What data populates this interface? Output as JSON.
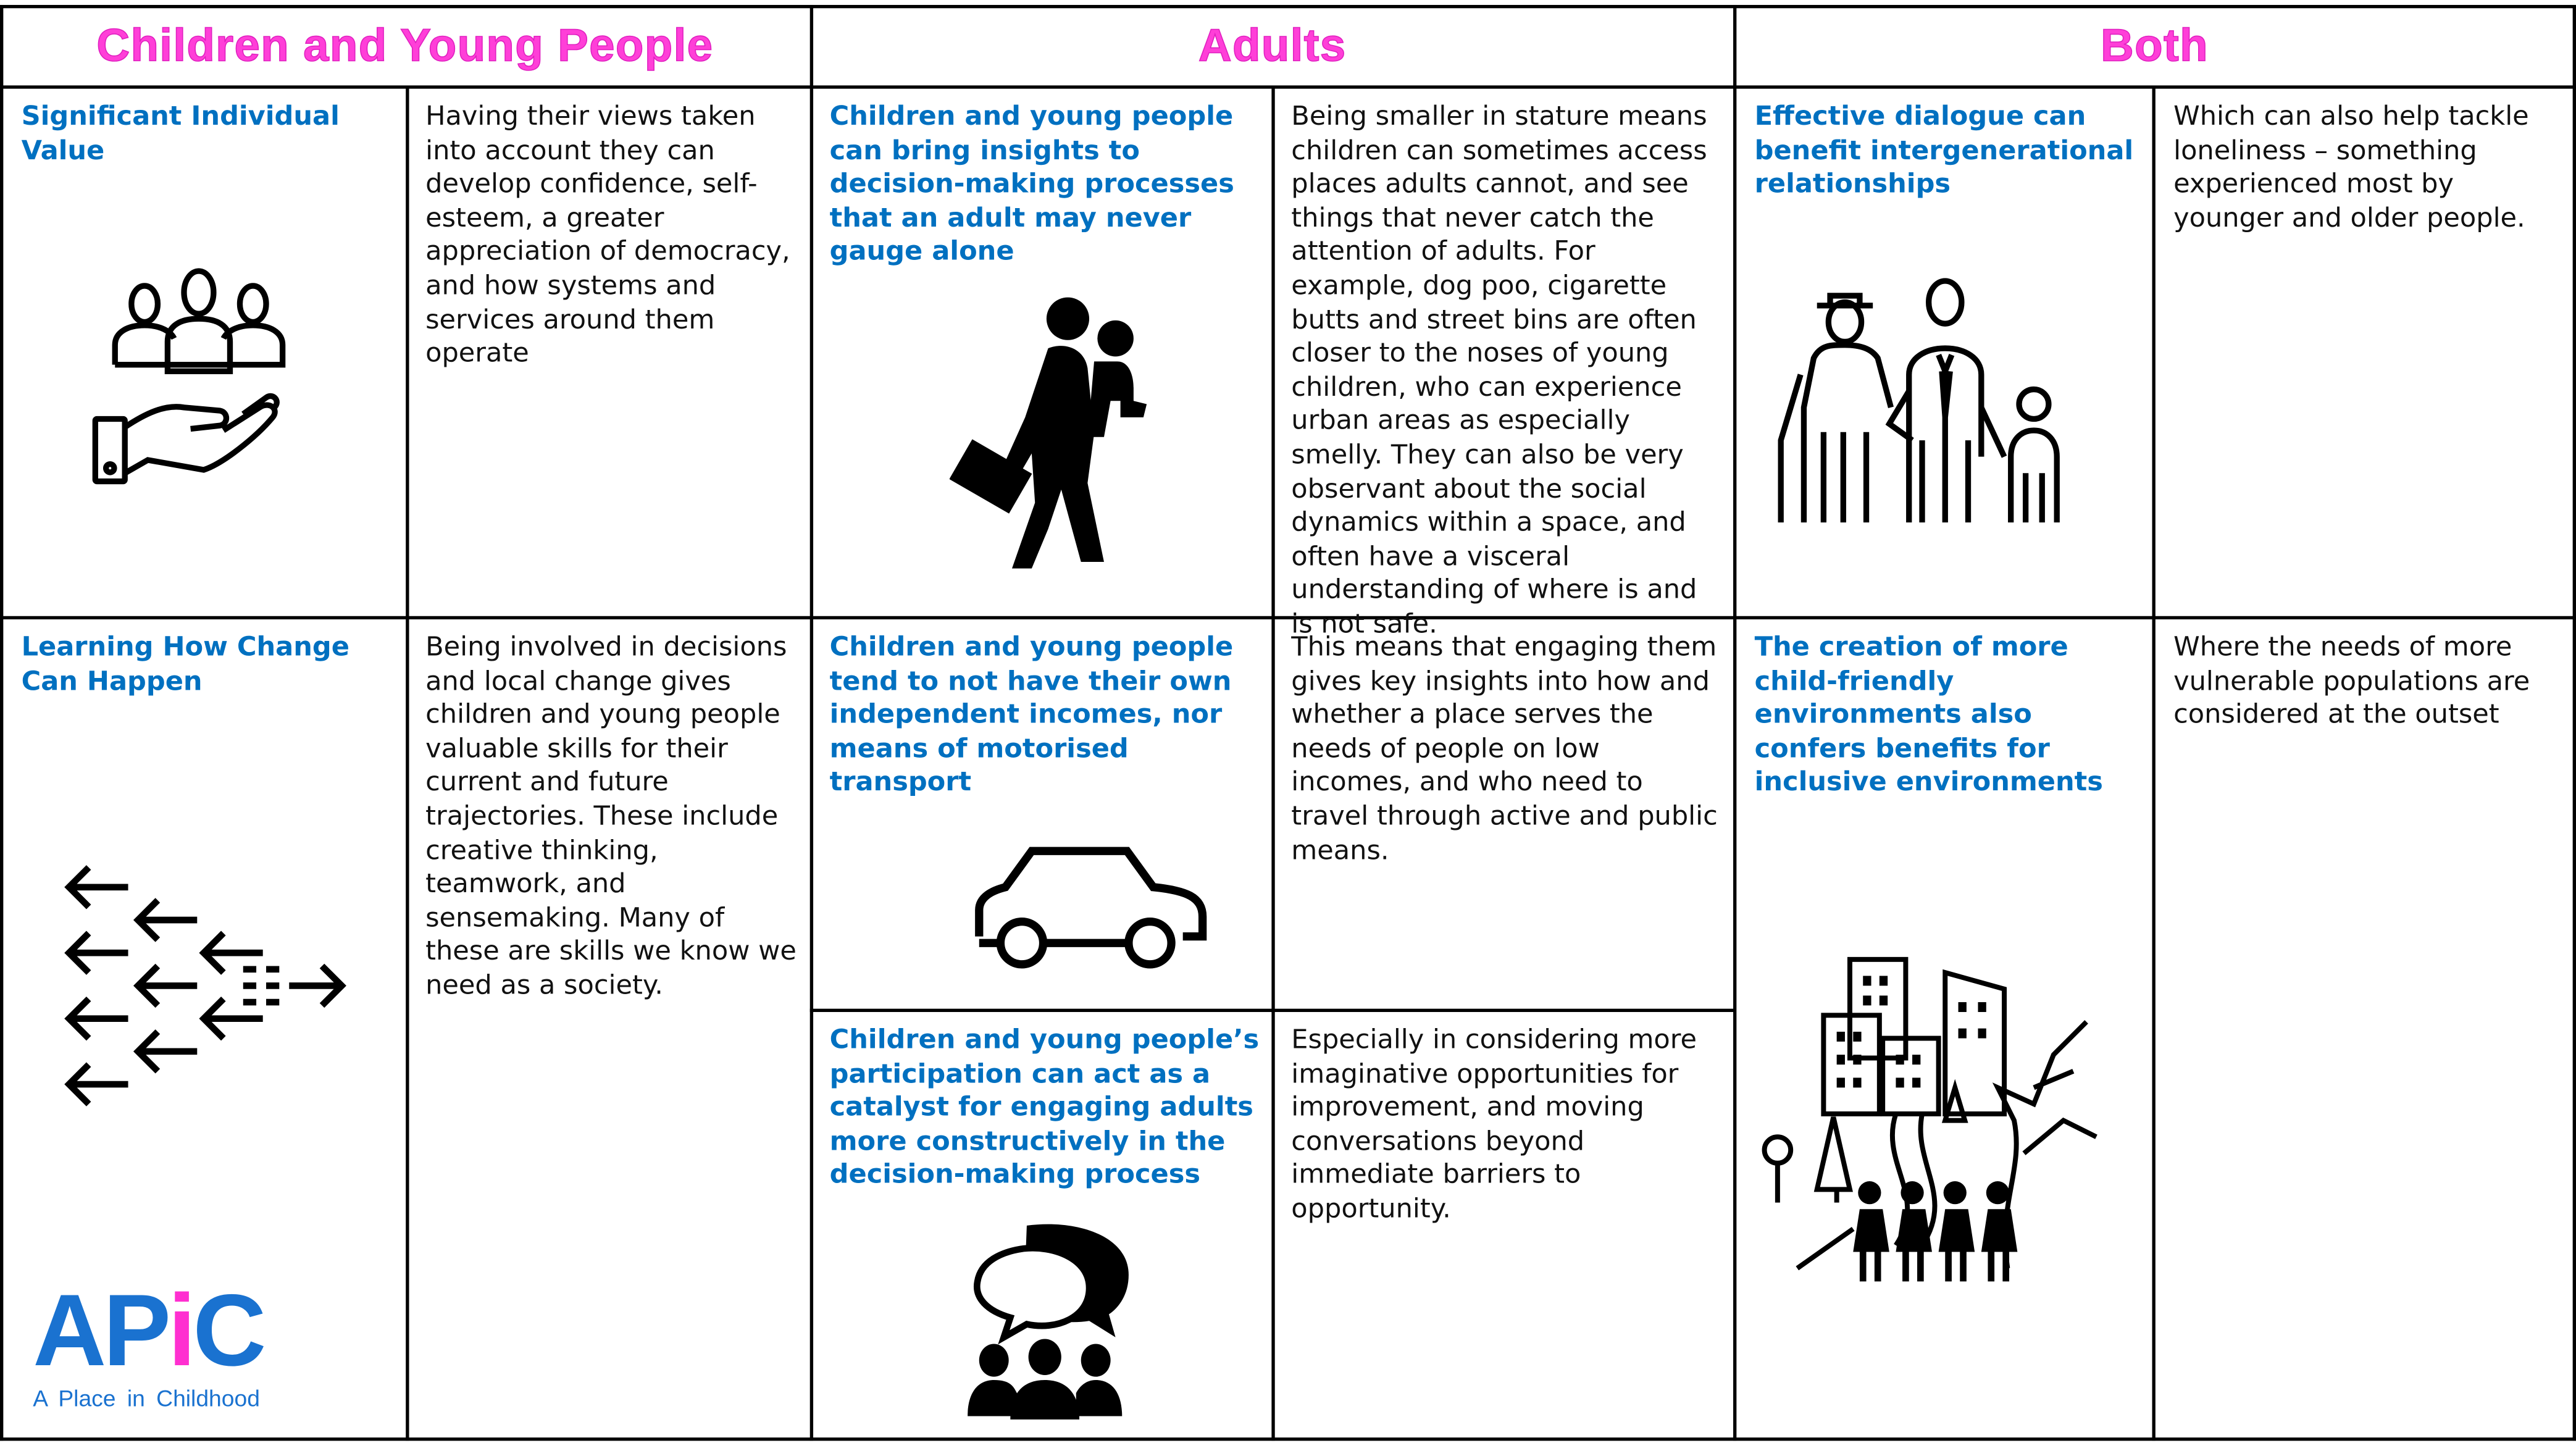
{
  "headers": {
    "children": "Children and Young People",
    "adults": "Adults",
    "both": "Both"
  },
  "children": {
    "row1": {
      "title": "Significant Individual Value",
      "text": "Having their views taken into account they can develop confidence, self-esteem, a greater appreciation of democracy, and how systems and services around them operate",
      "icon": "people-in-hand-icon"
    },
    "row2": {
      "title": "Learning How Change Can Happen",
      "text": "Being involved in decisions and local change gives children and young people valuable skills for their current and future trajectories. These include creative thinking, teamwork, and sensemaking. Many of these are skills we know we need as a society.",
      "icon": "arrows-icon"
    }
  },
  "adults": {
    "row1": {
      "title": "Children and young people can bring insights to decision-making processes that an adult may never gauge alone",
      "text": "Being smaller in stature means children can sometimes access places adults cannot, and see things that never catch the attention of adults. For example, dog poo, cigarette butts and street bins are often closer to the noses of young children, who can experience urban areas as especially smelly. They can also be very observant about the social dynamics within a space, and often have a visceral understanding of where is and is not safe.",
      "icon": "adult-carrying-child-icon"
    },
    "row2": {
      "title": "Children and young people tend to not have their own independent incomes, nor means of motorised transport",
      "text": "This means that engaging them gives key insights into how and whether a place serves the needs of people on low incomes, and who need to travel through active and public means.",
      "icon": "car-icon"
    },
    "row3": {
      "title": "Children and young people’s participation can act as a catalyst for engaging adults more constructively in the decision-making process",
      "text": "Especially in considering more imaginative opportunities for improvement, and moving conversations beyond immediate barriers to opportunity.",
      "icon": "speech-bubbles-group-icon"
    }
  },
  "both": {
    "row1": {
      "title": "Effective dialogue can benefit intergenerational relationships",
      "text": "Which can also help tackle loneliness – something experienced most by younger and older people.",
      "icon": "three-generations-icon"
    },
    "row2": {
      "title": "The creation of more child-friendly environments also confers benefits for inclusive environments",
      "text": "Where the needs of more vulnerable populations are considered at the outset",
      "icon": "city-children-icon"
    }
  },
  "logo": {
    "name": "APIC",
    "tagline": "A Place in Childhood"
  },
  "colors": {
    "heading": "#ff3fd8",
    "title": "#0070c0",
    "logo": "#1a72d0"
  }
}
